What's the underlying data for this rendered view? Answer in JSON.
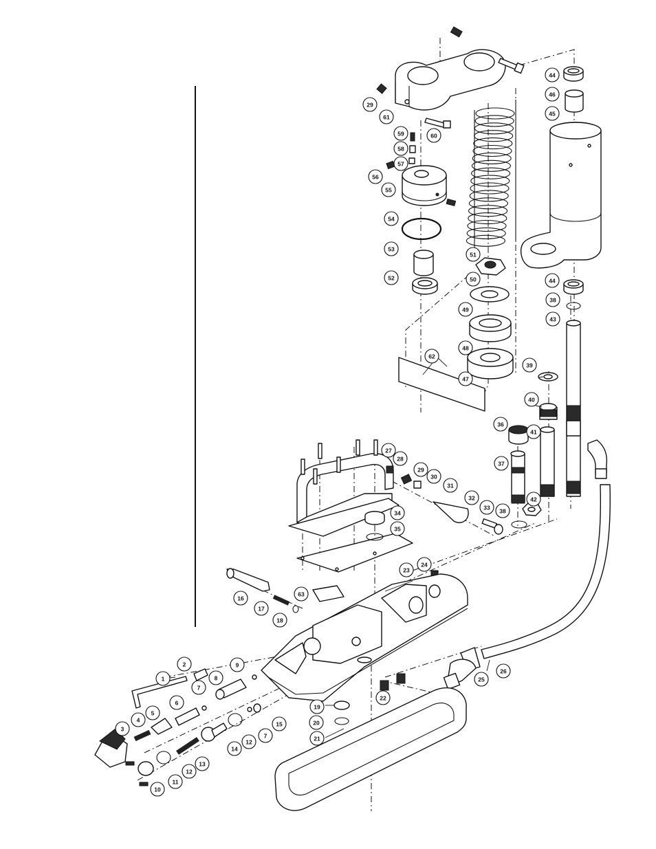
{
  "callouts": {
    "c1": "1",
    "c2": "2",
    "c3": "3",
    "c4": "4",
    "c5": "5",
    "c6": "6",
    "c7a": "7",
    "c7b": "7",
    "c8": "8",
    "c9": "9",
    "c10": "10",
    "c11": "11",
    "c12a": "12",
    "c12b": "12",
    "c13": "13",
    "c14": "14",
    "c15": "15",
    "c16": "16",
    "c17": "17",
    "c18": "18",
    "c19": "19",
    "c20": "20",
    "c21": "21",
    "c22": "22",
    "c23": "23",
    "c24": "24",
    "c25": "25",
    "c26": "26",
    "c27": "27",
    "c28": "28",
    "c29a": "29",
    "c29b": "29",
    "c30": "30",
    "c31": "31",
    "c32": "32",
    "c33": "33",
    "c34": "34",
    "c35": "35",
    "c36": "36",
    "c37": "37",
    "c38a": "38",
    "c38b": "38",
    "c39": "39",
    "c40": "40",
    "c41": "41",
    "c42": "42",
    "c43": "43",
    "c44a": "44",
    "c44b": "44",
    "c45": "45",
    "c46": "46",
    "c47": "47",
    "c48": "48",
    "c49": "49",
    "c50": "50",
    "c51": "51",
    "c52": "52",
    "c53": "53",
    "c54": "54",
    "c55": "55",
    "c56": "56",
    "c57": "57",
    "c58": "58",
    "c59": "59",
    "c60": "60",
    "c61": "61",
    "c62": "62",
    "c63": "63"
  }
}
